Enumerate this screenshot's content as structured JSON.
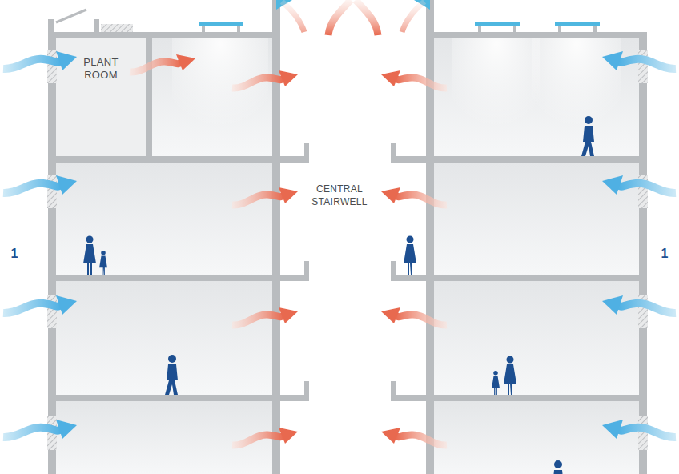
{
  "diagram": {
    "nodes": [
      {
        "text": [
          "PLANT ROOM"
        ]
      }
    ],
    "labels": [
      "CENTRAL STAIRWELL",
      "1",
      "1"
    ]
  }
}
